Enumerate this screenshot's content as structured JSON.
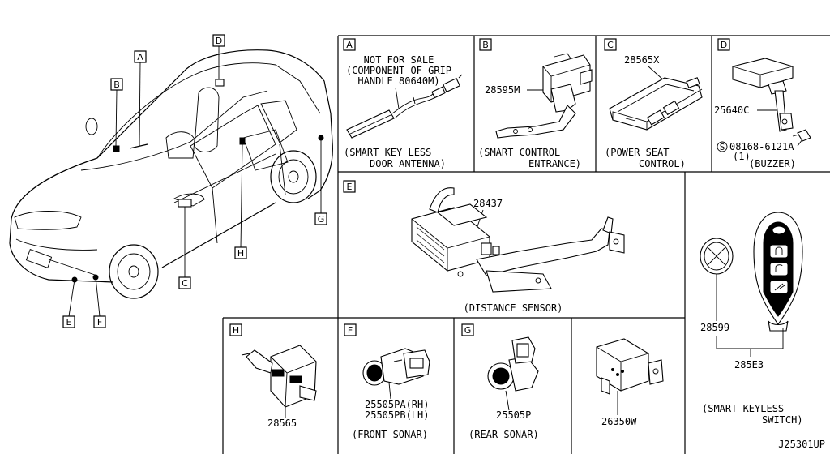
{
  "diagram_code": "J25301UP",
  "car_callouts": [
    "A",
    "B",
    "C",
    "D",
    "E",
    "F",
    "G",
    "H"
  ],
  "panels": {
    "A": {
      "letter": "A",
      "note": [
        "NOT FOR SALE",
        "(COMPONENT OF GRIP",
        "HANDLE 80640M)"
      ],
      "caption": [
        "(SMART KEY LESS",
        "DOOR ANTENNA)"
      ]
    },
    "B": {
      "letter": "B",
      "part_no": "28595M",
      "caption": [
        "(SMART CONTROL",
        "ENTRANCE)"
      ]
    },
    "C": {
      "letter": "C",
      "part_no": "28565X",
      "caption": [
        "(POWER SEAT",
        "CONTROL)"
      ]
    },
    "D": {
      "letter": "D",
      "part_no": "25640C",
      "bolt_symbol": "S",
      "bolt_no": "08168-6121A",
      "bolt_qty": "(1)",
      "caption": "(BUZZER)"
    },
    "E": {
      "letter": "E",
      "part_no": "28437",
      "caption": "(DISTANCE SENSOR)"
    },
    "H": {
      "letter": "H",
      "part_no": "28565"
    },
    "F": {
      "letter": "F",
      "part_nos": [
        "25505PA(RH)",
        "25505PB(LH)"
      ],
      "caption": "(FRONT SONAR)"
    },
    "G": {
      "letter": "G",
      "part_no": "25505P",
      "caption": "(REAR SONAR)"
    },
    "X": {
      "part_no": "26350W"
    },
    "key": {
      "battery_no": "28599",
      "assy_no": "285E3",
      "caption": [
        "(SMART KEYLESS",
        "SWITCH)"
      ]
    }
  }
}
